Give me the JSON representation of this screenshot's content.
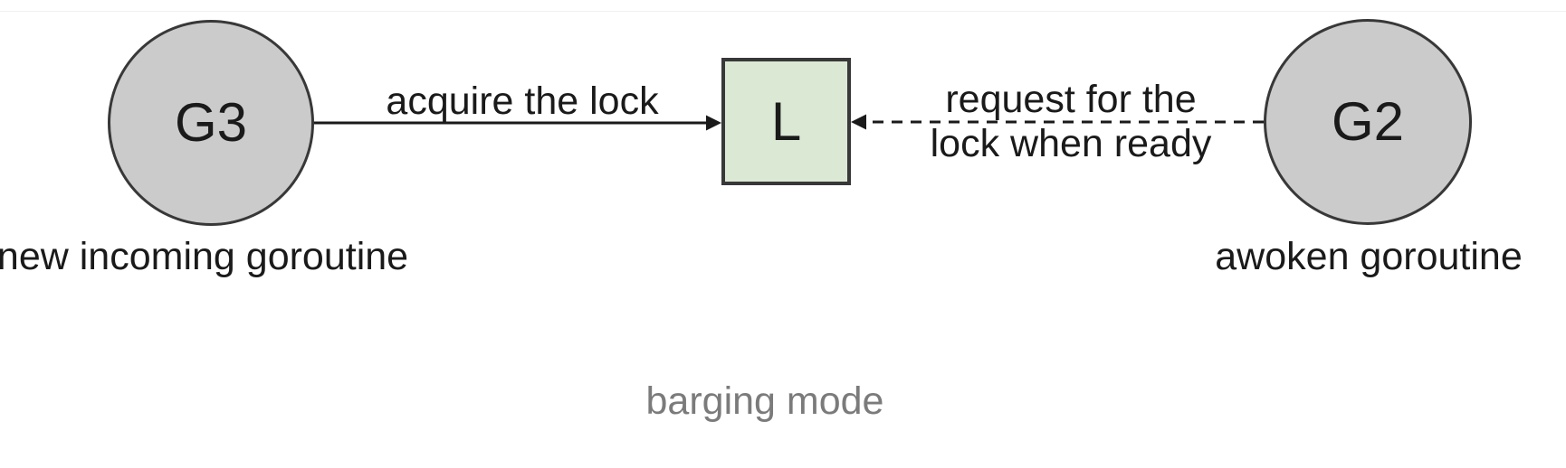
{
  "diagram": {
    "title": "barging mode",
    "nodes": [
      {
        "id": "G3",
        "label": "G3",
        "shape": "circle",
        "caption": "new incoming goroutine"
      },
      {
        "id": "L",
        "label": "L",
        "shape": "square",
        "caption": ""
      },
      {
        "id": "G2",
        "label": "G2",
        "shape": "circle",
        "caption": "awoken goroutine"
      }
    ],
    "edges": [
      {
        "from": "G3",
        "to": "L",
        "style": "solid",
        "label": "acquire the lock"
      },
      {
        "from": "G2",
        "to": "L",
        "style": "dashed",
        "label_line1": "request for the",
        "label_line2": "lock when ready"
      }
    ],
    "colors": {
      "node_fill": "#cbcbcb",
      "node_stroke": "#383838",
      "lock_fill": "#dbe8d4",
      "edge_color": "#1a1a1a",
      "text_color": "#1a1a1a",
      "title_color": "#7b7b7b",
      "background": "#ffffff"
    }
  }
}
